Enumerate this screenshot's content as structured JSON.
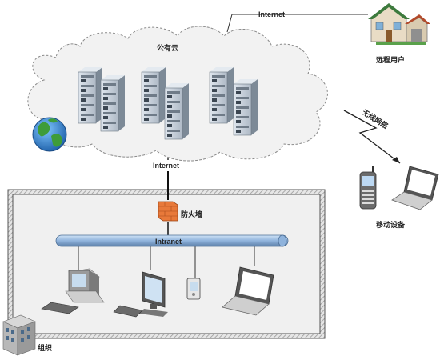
{
  "labels": {
    "internet_top": "Internet",
    "public_cloud": "公有云",
    "remote_user": "远程用户",
    "wireless_network": "无线网络",
    "internet_mid": "Internet",
    "firewall": "防火墙",
    "intranet": "Intranet",
    "mobile_devices": "移动设备",
    "organization": "组织"
  },
  "colors": {
    "cloud_fill": "#f2f2f2",
    "cloud_stroke": "#8a8a8a",
    "server_fill": "#c9d3dd",
    "server_dark": "#7d8a97",
    "intranet_bar": "#9fc2e8",
    "intranet_bar_dark": "#5c7fa8",
    "firewall": "#e8793a",
    "org_border": "#555555",
    "org_fill": "#f0f0f0"
  }
}
